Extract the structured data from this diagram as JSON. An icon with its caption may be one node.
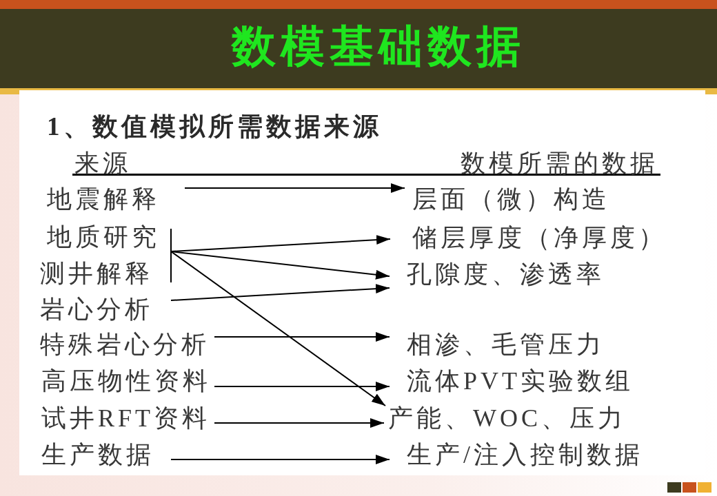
{
  "diagram": {
    "title": "数模基础数据",
    "nodes": [
      {
        "text": [
          "地震解释"
        ]
      },
      {
        "text": [
          "地质研究"
        ]
      },
      {
        "text": [
          "测井解释"
        ]
      },
      {
        "text": [
          "岩心分析"
        ]
      },
      {
        "text": [
          "特殊岩心分析"
        ]
      },
      {
        "text": [
          "高压物性资料"
        ]
      },
      {
        "text": [
          "试井RFT资料"
        ]
      },
      {
        "text": [
          "生产数据"
        ]
      },
      {
        "text": [
          "层面（微）构造"
        ]
      },
      {
        "text": [
          "储层厚度（净厚度）"
        ]
      },
      {
        "text": [
          "孔隙度、渗透率"
        ]
      },
      {
        "text": [
          "相渗、毛管压力"
        ]
      },
      {
        "text": [
          "流体PVT实验数组"
        ]
      },
      {
        "text": [
          "产能、WOC、压力"
        ]
      },
      {
        "text": [
          "生产/注入控制数据"
        ]
      }
    ],
    "edges": [
      {
        "from": 0,
        "to": 8,
        "arrow": "to"
      },
      {
        "from": 1,
        "to": 9,
        "arrow": "to"
      },
      {
        "from": 2,
        "to": 9,
        "arrow": "to"
      },
      {
        "from": 1,
        "to": 10,
        "arrow": "to"
      },
      {
        "from": 2,
        "to": 10,
        "arrow": "to"
      },
      {
        "from": 1,
        "to": 13,
        "arrow": "to"
      },
      {
        "from": 2,
        "to": 13,
        "arrow": "to"
      },
      {
        "from": 3,
        "to": 10,
        "arrow": "to"
      },
      {
        "from": 4,
        "to": 11,
        "arrow": "to"
      },
      {
        "from": 5,
        "to": 12,
        "arrow": "to"
      },
      {
        "from": 6,
        "to": 13,
        "arrow": "to"
      },
      {
        "from": 7,
        "to": 14,
        "arrow": "to"
      }
    ],
    "labels": [
      "1、数值模拟所需数据来源",
      "来源",
      "数模所需的数据"
    ]
  }
}
